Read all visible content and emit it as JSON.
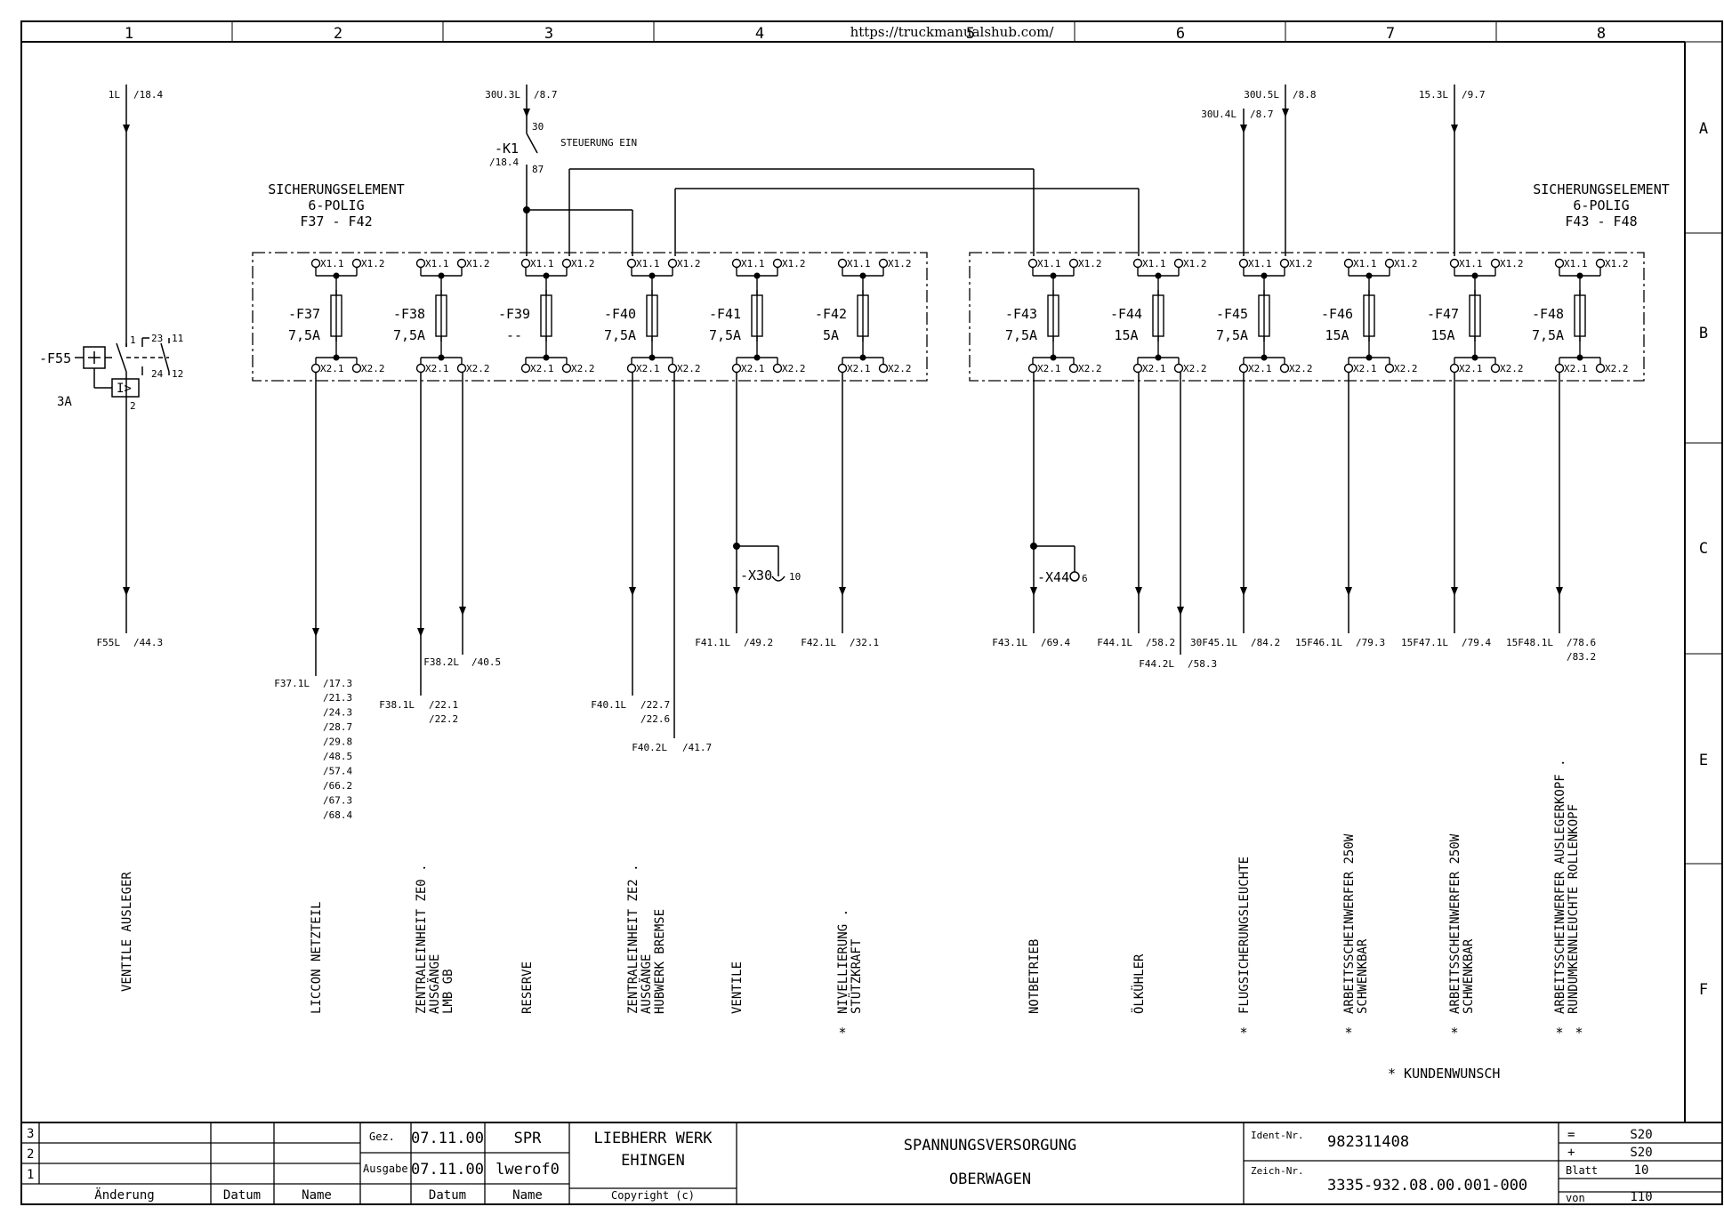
{
  "watermark": "https://truckmanualshub.com/",
  "columns": [
    "1",
    "2",
    "3",
    "4",
    "5",
    "6",
    "7",
    "8"
  ],
  "rows": [
    "A",
    "B",
    "C",
    "E",
    "F"
  ],
  "wires_top": {
    "w1": {
      "name": "1L",
      "ref": "/18.4"
    },
    "w30": {
      "name": "30U.3L",
      "ref": "/8.7"
    },
    "w30u5": {
      "name": "30U.5L",
      "ref": "/8.8"
    },
    "w30u4": {
      "name": "30U.4L",
      "ref": "/8.7"
    },
    "w153": {
      "name": "15.3L",
      "ref": "/9.7"
    }
  },
  "relay": {
    "name": "-K1",
    "ref": "/18.4",
    "pin_a": "30",
    "pin_b": "87",
    "label": "STEUERUNG EIN"
  },
  "breaker": {
    "name": "-F55",
    "rating": "3A",
    "sym": "I>",
    "p1": "1",
    "p2": "2",
    "p23": "23",
    "p24": "24",
    "p11": "11",
    "p12": "12"
  },
  "block_left": {
    "l1": "SICHERUNGSELEMENT",
    "l2": "6-POLIG",
    "l3": "F37 - F42"
  },
  "block_right": {
    "l1": "SICHERUNGSELEMENT",
    "l2": "6-POLIG",
    "l3": "F43 - F48"
  },
  "terminals": {
    "a": "X1.1",
    "b": "X1.2",
    "c": "X2.1",
    "d": "X2.2"
  },
  "fuses": [
    {
      "name": "-F37",
      "rating": "7,5A"
    },
    {
      "name": "-F38",
      "rating": "7,5A"
    },
    {
      "name": "-F39",
      "rating": "--"
    },
    {
      "name": "-F40",
      "rating": "7,5A"
    },
    {
      "name": "-F41",
      "rating": "7,5A"
    },
    {
      "name": "-F42",
      "rating": "5A"
    },
    {
      "name": "-F43",
      "rating": "7,5A"
    },
    {
      "name": "-F44",
      "rating": "15A"
    },
    {
      "name": "-F45",
      "rating": "7,5A"
    },
    {
      "name": "-F46",
      "rating": "15A"
    },
    {
      "name": "-F47",
      "rating": "15A"
    },
    {
      "name": "-F48",
      "rating": "7,5A"
    }
  ],
  "connectors": {
    "x30": "-X30",
    "x30pin": "10",
    "x44": "-X44",
    "x44pin": "6"
  },
  "outputs": [
    {
      "name": "F55L",
      "ref": "/44.3"
    },
    {
      "name": "F37.1L",
      "ref": "/17.3"
    },
    {
      "name": "F38.2L",
      "ref": "/40.5"
    },
    {
      "name": "F38.1L",
      "ref": "/22.1"
    },
    {
      "name": "F40.1L",
      "ref": "/22.7"
    },
    {
      "name": "F40.2L",
      "ref": "/41.7"
    },
    {
      "name": "F41.1L",
      "ref": "/49.2"
    },
    {
      "name": "F42.1L",
      "ref": "/32.1"
    },
    {
      "name": "F43.1L",
      "ref": "/69.4"
    },
    {
      "name": "F44.1L",
      "ref": "/58.2"
    },
    {
      "name": "F44.2L",
      "ref": "/58.3"
    },
    {
      "name": "30F45.1L",
      "ref": "/84.2"
    },
    {
      "name": "15F46.1L",
      "ref": "/79.3"
    },
    {
      "name": "15F47.1L",
      "ref": "/79.4"
    },
    {
      "name": "15F48.1L",
      "ref": "/78.6"
    }
  ],
  "refs_f37": [
    "/21.3",
    "/24.3",
    "/28.7",
    "/29.8",
    "/48.5",
    "/57.4",
    "/66.2",
    "/67.3",
    "/68.4"
  ],
  "ref_f38_extra": "/22.2",
  "ref_f40_extra": "/22.6",
  "ref_f48_extra": "/83.2",
  "functions": {
    "f55": "VENTILE AUSLEGER",
    "f37": "LICCON NETZTEIL",
    "f38a": "ZENTRALEINHEIT ZE0 .",
    "f38b": "AUSGÄNGE",
    "f38c": "LMB GB",
    "f39": "RESERVE",
    "f40a": "ZENTRALEINHEIT ZE2 .",
    "f40b": "AUSGÄNGE",
    "f40c": "HUBWERK BREMSE",
    "f41": "VENTILE",
    "f42a": "NIVELLIERUNG .",
    "f42b": "STÜTZKRAFT",
    "f43": "NOTBETRIEB",
    "f44": "ÖLKÜHLER",
    "f45": "FLUGSICHERUNGSLEUCHTE",
    "f46a": "ARBEITSSCHEINWERFER 250W",
    "f46b": "SCHWENKBAR",
    "f47a": "ARBEITSSCHEINWERFER 250W",
    "f47b": "SCHWENKBAR",
    "f48a": "ARBEITSSCHEINWERFER AUSLEGERKOPF .",
    "f48b": "RUNDUMKENNLEUCHTE ROLLENKOPF",
    "star": "*",
    "legend": "*  KUNDENWUNSCH"
  },
  "title_block": {
    "rev": [
      "3",
      "2",
      "1"
    ],
    "h_aenderung": "Änderung",
    "h_datum": "Datum",
    "h_name": "Name",
    "gez": "Gez.",
    "gez_date": "07.11.00",
    "gez_name": "SPR",
    "ausgabe": "Ausgabe",
    "ausgabe_date": "07.11.00",
    "ausgabe_name": "lwerof0",
    "company1": "LIEBHERR WERK",
    "company2": "EHINGEN",
    "copyright": "Copyright (c)",
    "title1": "SPANNUNGSVERSORGUNG",
    "title2": "OBERWAGEN",
    "ident_label": "Ident-Nr.",
    "ident": "982311408",
    "zeich_label": "Zeich-Nr.",
    "zeich": "3335-932.08.00.001-000",
    "eq": "=",
    "eq_val": "S20",
    "plus": "+",
    "plus_val": "S20",
    "blatt": "Blatt",
    "blatt_val": "10",
    "von": "von",
    "von_val": "110"
  }
}
